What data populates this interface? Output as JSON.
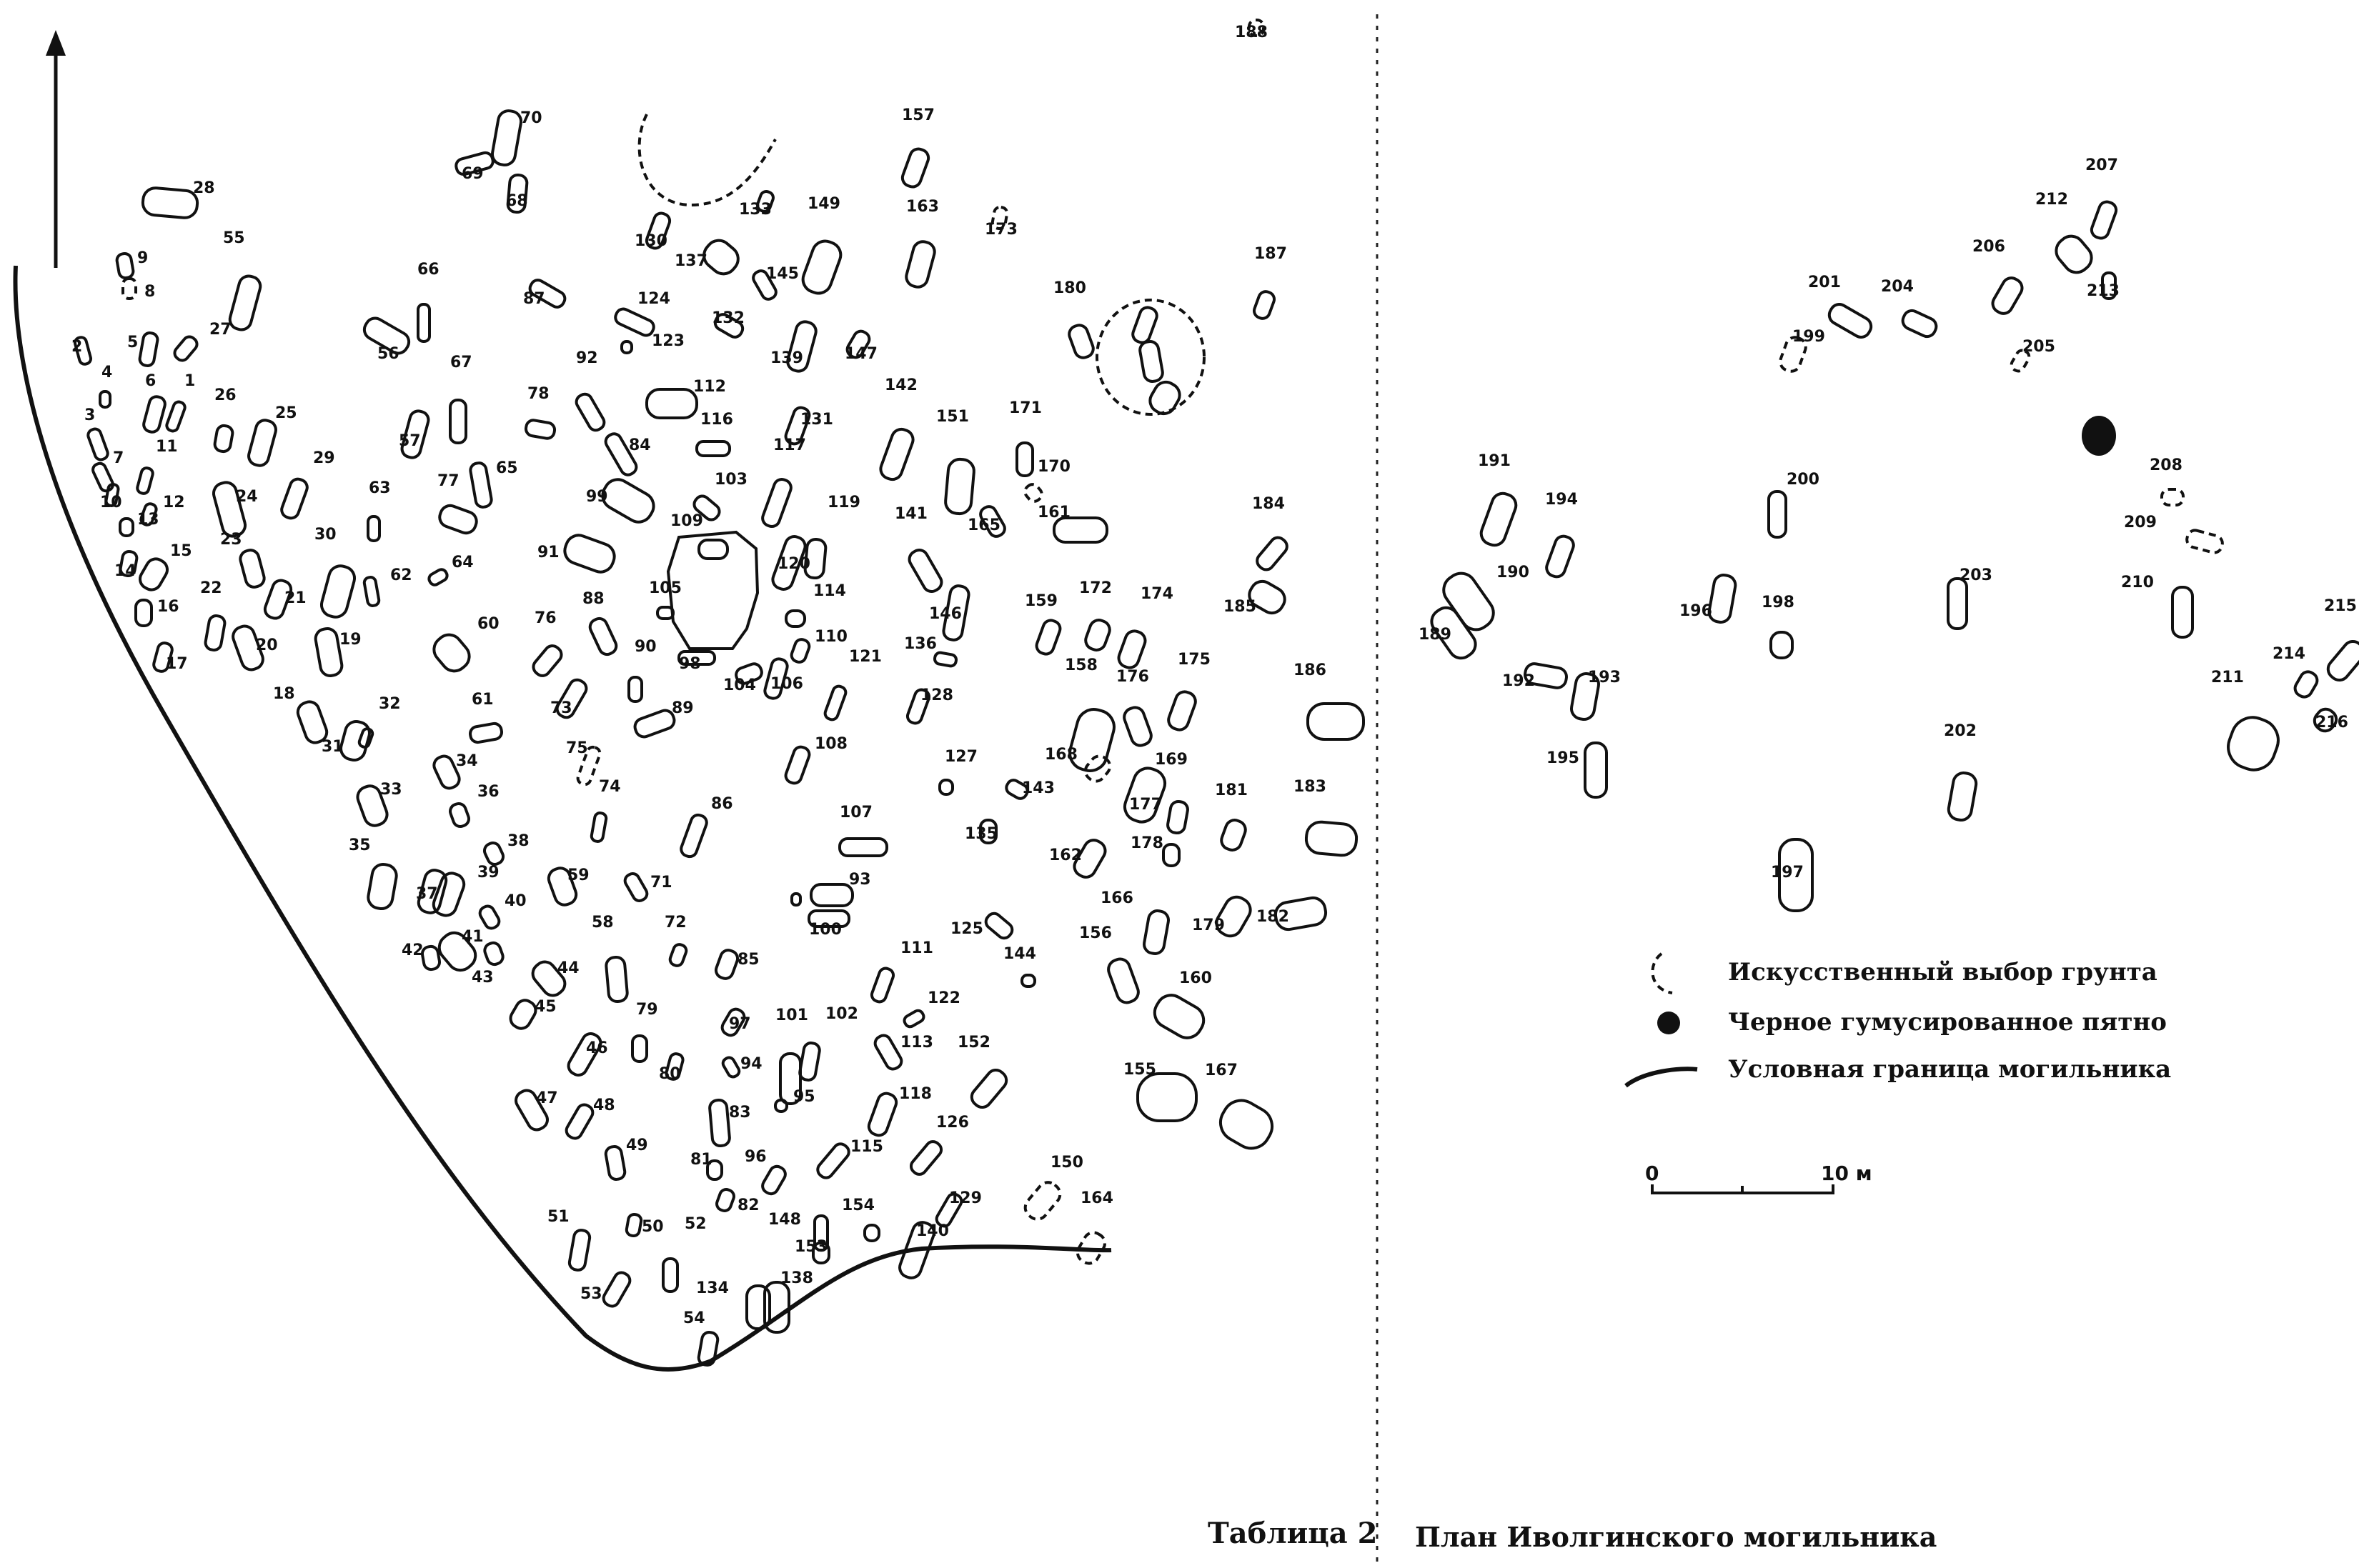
{
  "graves": [
    "1",
    "2",
    "3",
    "4",
    "5",
    "6",
    "7",
    "8",
    "9",
    "10",
    "11",
    "12",
    "13",
    "14",
    "15",
    "16",
    "17",
    "18",
    "19",
    "20",
    "21",
    "22",
    "23",
    "24",
    "25",
    "26",
    "27",
    "28",
    "29",
    "30",
    "31",
    "32",
    "33",
    "34",
    "35",
    "36",
    "37",
    "38",
    "39",
    "40",
    "41",
    "42",
    "43",
    "44",
    "45",
    "46",
    "47",
    "48",
    "49",
    "50",
    "51",
    "52",
    "53",
    "54",
    "55",
    "56",
    "57",
    "58",
    "59",
    "60",
    "61",
    "62",
    "63",
    "64",
    "65",
    "66",
    "67",
    "68",
    "69",
    "70",
    "71",
    "72",
    "73",
    "74",
    "75",
    "76",
    "77",
    "78",
    "79",
    "80",
    "81",
    "82",
    "83",
    "84",
    "85",
    "86",
    "87",
    "88",
    "89",
    "90",
    "91",
    "92",
    "93",
    "94",
    "95",
    "96",
    "97",
    "98",
    "99",
    "100",
    "101",
    "102",
    "103",
    "104",
    "105",
    "106",
    "107",
    "108",
    "109",
    "110",
    "111",
    "112",
    "113",
    "114",
    "115",
    "116",
    "117",
    "118",
    "119",
    "120",
    "121",
    "122",
    "123",
    "124",
    "125",
    "126",
    "127",
    "128",
    "129",
    "130",
    "131",
    "132",
    "133",
    "134",
    "135",
    "136",
    "137",
    "138",
    "139",
    "140",
    "141",
    "142",
    "143",
    "144",
    "145",
    "146",
    "147",
    "148",
    "149",
    "150",
    "151",
    "152",
    "153",
    "154",
    "155",
    "156",
    "157",
    "158",
    "159",
    "160",
    "161",
    "162",
    "163",
    "164",
    "165",
    "166",
    "167",
    "168",
    "169",
    "170",
    "171",
    "172",
    "173",
    "174",
    "175",
    "176",
    "177",
    "178",
    "179",
    "180",
    "181",
    "182",
    "183",
    "184",
    "185",
    "186",
    "187",
    "188",
    "189",
    "190",
    "191",
    "192",
    "193",
    "194",
    "195",
    "196",
    "197",
    "198",
    "199",
    "200",
    "201",
    "202",
    "203",
    "204",
    "205",
    "206",
    "207",
    "208",
    "209",
    "210",
    "211",
    "212",
    "213",
    "214",
    "215",
    "216"
  ],
  "legend": {
    "excavation": "Искусственный выбор грунта",
    "black_spot": "Черное гумусированное пятно",
    "boundary": "Условная граница могильника"
  },
  "scale": {
    "zero": "0",
    "end": "10 м"
  },
  "caption": {
    "table": "Таблица 2",
    "title": "План Иволгинского могильника"
  },
  "icons": [
    "north-arrow",
    "dashed-pit-icon",
    "black-spot-icon",
    "boundary-line-icon"
  ]
}
